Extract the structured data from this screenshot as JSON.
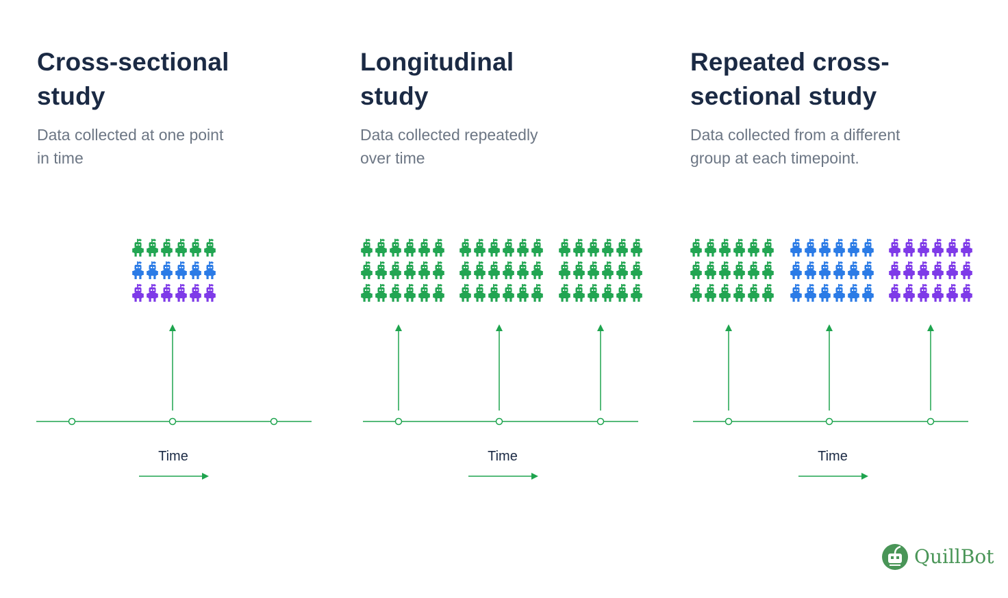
{
  "colors": {
    "title": "#1b2a44",
    "description": "#6c7684",
    "timeline": "#1ea44e",
    "green": "#22a552",
    "blue": "#2b7be6",
    "purple": "#7e3ae8",
    "logo": "#499557"
  },
  "figure_icon": "robot-person-icon",
  "panels": [
    {
      "title_line1": "Cross-sectional",
      "title_line2": "study",
      "desc_line1": "Data collected at one point",
      "desc_line2": "in time",
      "time_label": "Time",
      "timepoints": 3,
      "measured_timepoints": [
        2
      ],
      "groups": [
        {
          "timepoint": 2,
          "rows": [
            "green",
            "blue",
            "purple"
          ]
        }
      ]
    },
    {
      "title_line1": "Longitudinal",
      "title_line2": "study",
      "desc_line1": "Data collected repeatedly",
      "desc_line2": "over time",
      "time_label": "Time",
      "timepoints": 3,
      "measured_timepoints": [
        1,
        2,
        3
      ],
      "groups": [
        {
          "timepoint": 1,
          "rows": [
            "green",
            "green",
            "green"
          ]
        },
        {
          "timepoint": 2,
          "rows": [
            "green",
            "green",
            "green"
          ]
        },
        {
          "timepoint": 3,
          "rows": [
            "green",
            "green",
            "green"
          ]
        }
      ]
    },
    {
      "title_line1": "Repeated cross-",
      "title_line2": "sectional study",
      "desc_line1": "Data collected from a different",
      "desc_line2": "group at each timepoint.",
      "time_label": "Time",
      "timepoints": 3,
      "measured_timepoints": [
        1,
        2,
        3
      ],
      "groups": [
        {
          "timepoint": 1,
          "rows": [
            "green",
            "green",
            "green"
          ]
        },
        {
          "timepoint": 2,
          "rows": [
            "blue",
            "blue",
            "blue"
          ]
        },
        {
          "timepoint": 3,
          "rows": [
            "purple",
            "purple",
            "purple"
          ]
        }
      ]
    }
  ],
  "logo": {
    "text": "QuillBot"
  }
}
